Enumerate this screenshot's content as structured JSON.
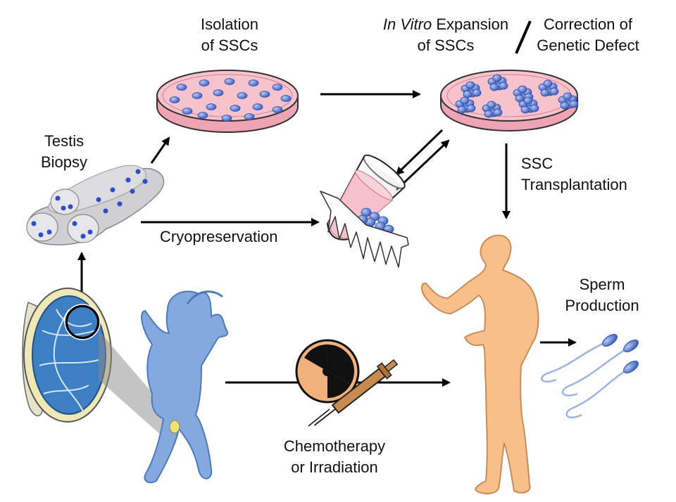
{
  "labels": {
    "isolation": [
      "Isolation",
      "of SSCs"
    ],
    "expansion_italic": "In Vitro",
    "expansion_rest": " Expansion",
    "expansion_line2": "of SSCs",
    "correction": [
      "Correction of",
      "Genetic Defect"
    ],
    "testis_biopsy": [
      "Testis",
      "Biopsy"
    ],
    "cryopreservation": "Cryopreservation",
    "ssc_transplantation": [
      "SSC",
      "Transplantation"
    ],
    "sperm_production": [
      "Sperm",
      "Production"
    ],
    "chemotherapy": [
      "Chemotherapy",
      "or Irradiation"
    ]
  },
  "colors": {
    "dish_medium": "#f4b9c4",
    "cells": "#5a78d0",
    "tissue_gray": "#c8c8cc",
    "boy_blue": "#7fa6df",
    "man_skin": "#f8c28a",
    "ice_tube": "#ffffff",
    "radiation": "#f0b27a",
    "syringe": "#c8884a",
    "arrow": "#000000"
  }
}
